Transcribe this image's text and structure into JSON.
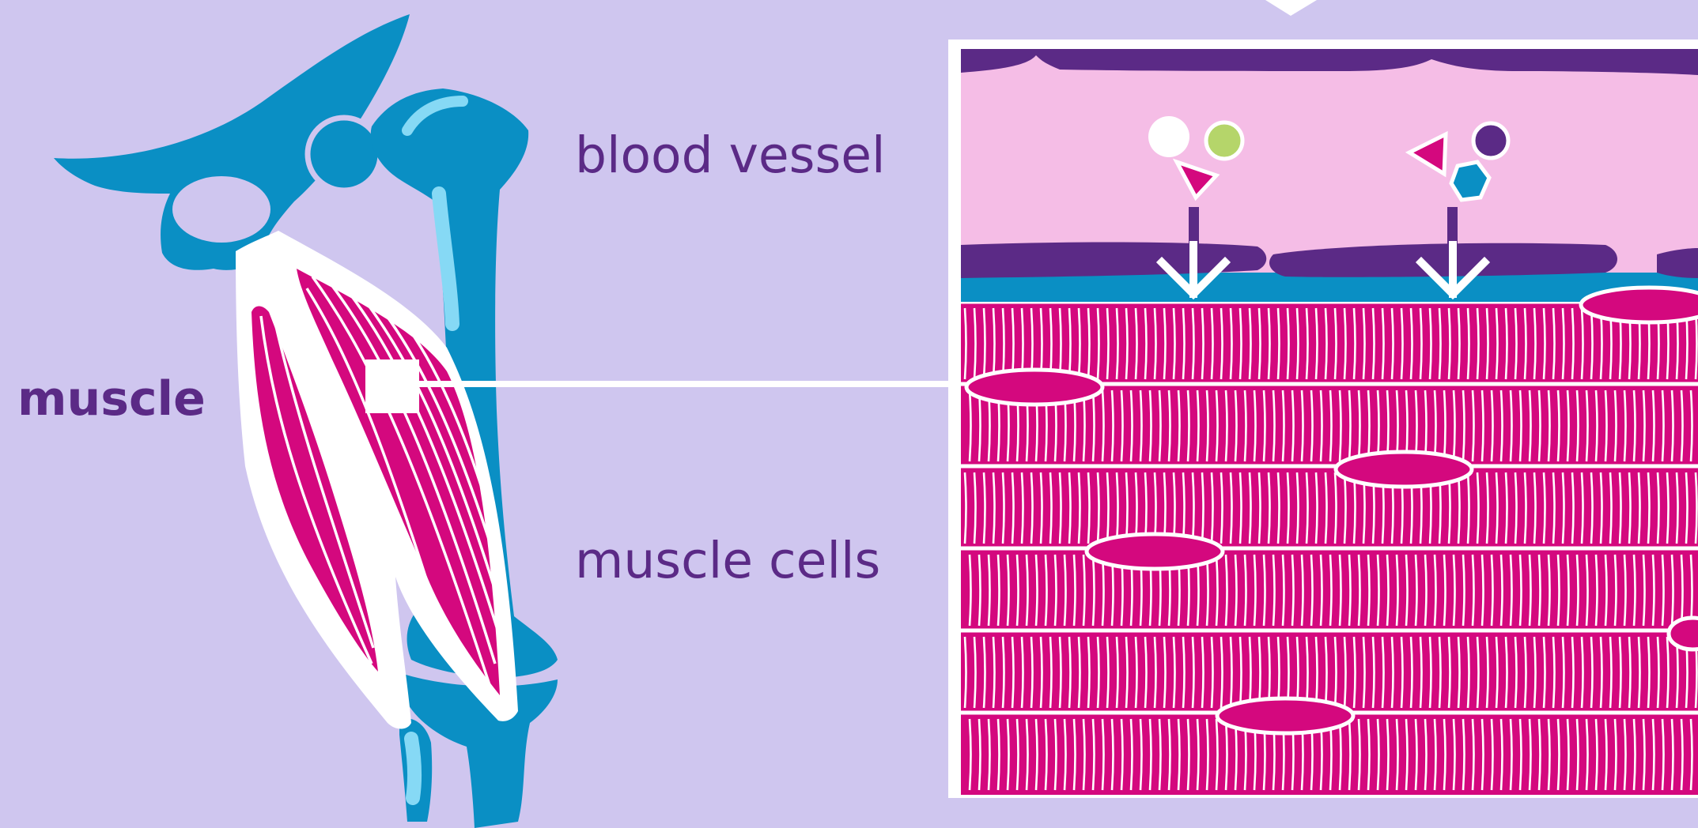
{
  "labels": {
    "muscle": "muscle",
    "blood_vessel": "blood vessel",
    "muscle_cells": "muscle cells"
  },
  "colors": {
    "background": "#cfc6ef",
    "bone": "#0a8fc4",
    "bone_highlight": "#86d9f5",
    "muscle": "#d4087e",
    "muscle_light": "#e0306a",
    "vessel_lumen": "#f5bde6",
    "vessel_wall": "#5b2a86",
    "label_text": "#5b2a86",
    "molecule_green": "#b5d56a"
  },
  "icons": [
    "pelvis-bone",
    "femur-bone",
    "thigh-muscle",
    "zoom-marker",
    "molecule-circle",
    "molecule-triangle",
    "molecule-hexagon",
    "transport-arrow",
    "cell-nucleus"
  ]
}
